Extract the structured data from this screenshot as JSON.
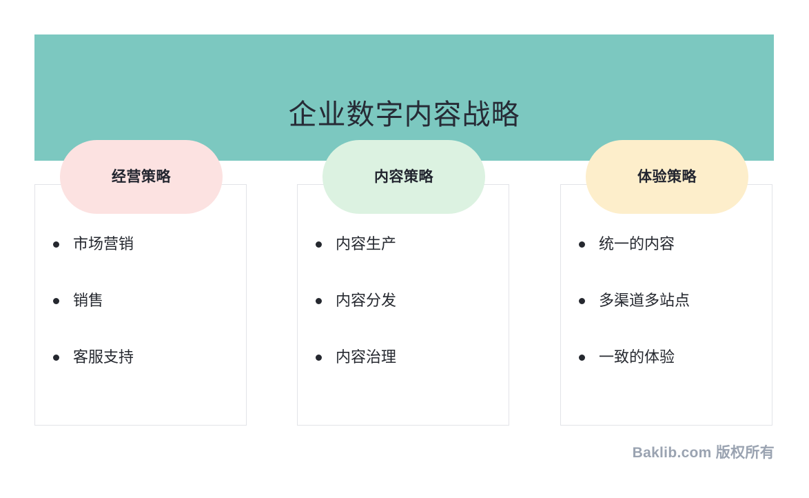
{
  "slide": {
    "title": "企业数字内容战略",
    "banner_color": "#7cc8c0",
    "title_color": "#272b36",
    "background": "#ffffff"
  },
  "columns": [
    {
      "pill_label": "经营策略",
      "pill_color": "#fce2e1",
      "items": [
        {
          "text": "市场营销"
        },
        {
          "text": "销售"
        },
        {
          "text": "客服支持"
        }
      ]
    },
    {
      "pill_label": "内容策略",
      "pill_color": "#dcf2e1",
      "items": [
        {
          "text": "内容生产"
        },
        {
          "text": "内容分发"
        },
        {
          "text": "内容治理"
        }
      ]
    },
    {
      "pill_label": "体验策略",
      "pill_color": "#fdeecb",
      "items": [
        {
          "text": "统一的内容"
        },
        {
          "text": "多渠道多站点"
        },
        {
          "text": "一致的体验"
        }
      ]
    }
  ],
  "footer": {
    "watermark": "Baklib.com 版权所有",
    "color": "#9aa3b1"
  }
}
